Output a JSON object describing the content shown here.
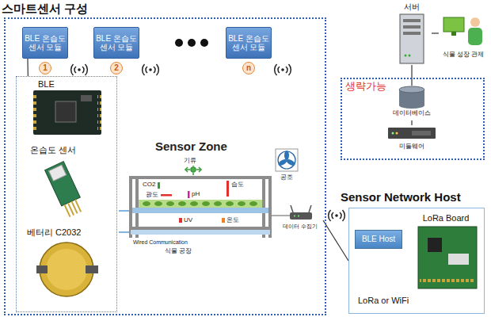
{
  "diagram": {
    "nodes": [
      {
        "text": [
          "스마트센서 구성"
        ]
      },
      {
        "text": [
          "BLE 온습도 센서 모듈"
        ],
        "in": 0
      },
      {
        "text": [
          "BLE 온습도 센서 모듈"
        ],
        "in": 0
      },
      {
        "text": [
          "BLE 온습도 센서 모듈"
        ],
        "in": 0
      },
      {
        "text": [
          "1"
        ],
        "in": 0
      },
      {
        "text": [
          "2"
        ],
        "in": 0
      },
      {
        "text": [
          "n"
        ],
        "in": 0
      },
      {
        "text": [
          "BLE",
          "온습도 센서",
          "베터리 C2032"
        ],
        "in": 0
      },
      {
        "text": [
          "데이터 수집기"
        ],
        "in": 0
      },
      {
        "text": [
          "서버"
        ]
      },
      {
        "text": [
          "식물 성장 관제"
        ]
      },
      {
        "text": [
          "생략가능"
        ]
      },
      {
        "text": [
          "데이터베이스"
        ],
        "in": 11
      },
      {
        "text": [
          "미들웨어"
        ],
        "in": 11
      },
      {
        "text": [
          "Sensor Network Host",
          "LoRa or WiFi"
        ]
      },
      {
        "text": [
          "BLE Host"
        ],
        "in": 14
      },
      {
        "text": [
          "LoRa Board"
        ],
        "in": 14
      }
    ],
    "edges": [
      {
        "from": 1,
        "to": 7,
        "arrow": "none"
      },
      {
        "from": 8,
        "to": 14,
        "arrow": "none"
      },
      {
        "from": 9,
        "to": 10,
        "arrow": "none"
      },
      {
        "from": 9,
        "to": 12,
        "arrow": "none"
      },
      {
        "from": 12,
        "to": 13,
        "arrow": "none"
      }
    ],
    "labels": [
      "Sensor Zone",
      "기류",
      "CO2",
      "광도",
      "pH",
      "습도",
      "UV",
      "온도",
      "공조",
      "Wired Communication",
      "식물 공장"
    ]
  }
}
